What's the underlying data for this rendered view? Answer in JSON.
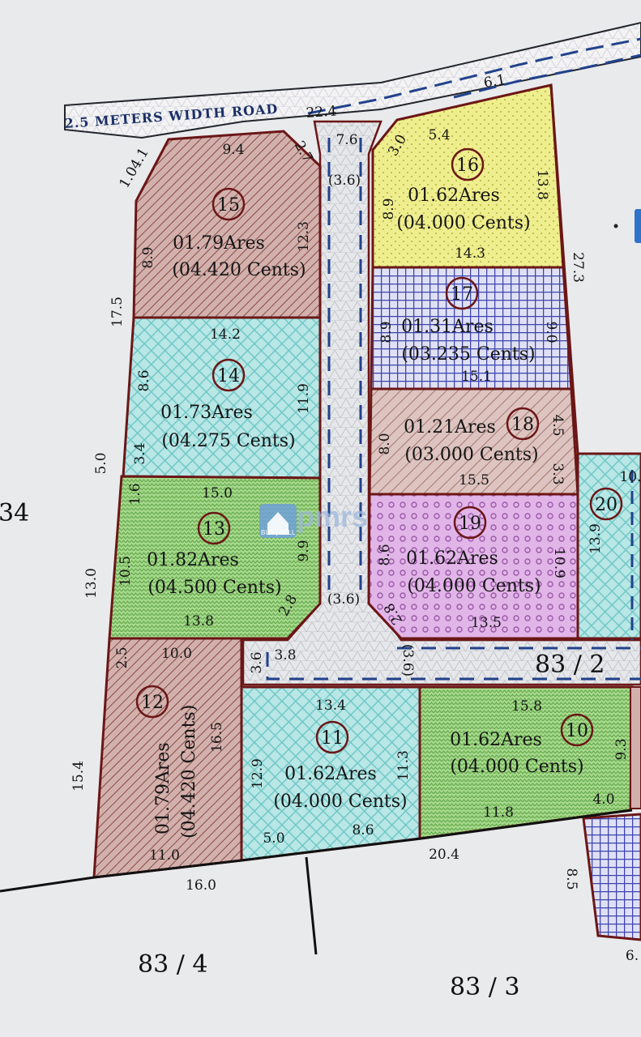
{
  "road": {
    "label": "2.5 METERS WIDTH ROAD",
    "length_a": "22.4",
    "length_b": "6.1"
  },
  "pathway": {
    "width_top": "7.6",
    "width_mid": "(3.6)",
    "width_bot": "(3.6)",
    "width_right": "(3.6)",
    "left_end": "3.6",
    "left_stub": "3.8"
  },
  "plots": [
    {
      "id": "15",
      "area": "01.79Ares",
      "cents": "(04.420 Cents)",
      "dims": {
        "top": "9.4",
        "corner_tl": "1.04.1",
        "corner_tr": "2.7",
        "left": "8.9",
        "right": "12.3"
      }
    },
    {
      "id": "14",
      "area": "01.73Ares",
      "cents": "(04.275 Cents)",
      "dims": {
        "top": "14.2",
        "left": "8.6",
        "right": "11.9",
        "bot_left": "3.4"
      }
    },
    {
      "id": "13",
      "area": "01.82Ares",
      "cents": "(04.500 Cents)",
      "dims": {
        "top": "15.0",
        "left_top": "1.6",
        "left": "10.5",
        "right": "9.9",
        "bottom": "13.8",
        "corner": "2.8"
      }
    },
    {
      "id": "12",
      "area": "01.79Ares",
      "cents": "(04.420 Cents)",
      "dims": {
        "top": "10.0",
        "left_top": "2.5",
        "right": "16.5",
        "bottom": "11.0"
      }
    },
    {
      "id": "11",
      "area": "01.62Ares",
      "cents": "(04.000 Cents)",
      "dims": {
        "top": "13.4",
        "left": "12.9",
        "right": "11.3",
        "bot_left": "5.0",
        "bot_right": "8.6"
      }
    },
    {
      "id": "10",
      "area": "01.62Ares",
      "cents": "(04.000 Cents)",
      "dims": {
        "top": "15.8",
        "right": "9.3",
        "bot_right": "4.0",
        "bottom": "11.8"
      }
    },
    {
      "id": "16",
      "area": "01.62Ares",
      "cents": "(04.000 Cents)",
      "dims": {
        "corner": "3.0",
        "top": "5.4",
        "left": "8.9",
        "right": "13.8",
        "bottom": "14.3"
      }
    },
    {
      "id": "17",
      "area": "01.31Ares",
      "cents": "(03.235 Cents)",
      "dims": {
        "left": "8.9",
        "right": "9.0",
        "bottom": "15.1"
      }
    },
    {
      "id": "18",
      "area": "01.21Ares",
      "cents": "(03.000 Cents)",
      "dims": {
        "left": "8.0",
        "right_top": "4.5",
        "right_bot": "3.3",
        "bottom": "15.5"
      }
    },
    {
      "id": "19",
      "area": "01.62Ares",
      "cents": "(04.000 Cents)",
      "dims": {
        "left": "8.6",
        "corner": "2.8",
        "right": "10.9",
        "bottom": "13.5"
      }
    },
    {
      "id": "20",
      "dims": {
        "left": "13.9",
        "top": "10."
      }
    }
  ],
  "outer": {
    "left_a": "17.5",
    "left_b": "5.0",
    "left_c": "13.0",
    "left_d": "15.4",
    "bottom_a": "16.0",
    "bottom_b": "20.4",
    "right_top": "27.3",
    "bottom_right": "8.5",
    "corner_br": "6."
  },
  "survey": {
    "left": "34",
    "right": "83 / 2",
    "bot_left": "83 / 4",
    "bot_right": "83 / 3"
  },
  "watermark": {
    "text": "pmrs",
    "tag": "BUY | SELL"
  },
  "colors": {
    "plot15": "#c9a3a0",
    "plot14": "#aee0e0",
    "plot13": "#9fd48a",
    "plot12": "#c9a3a0",
    "plot11": "#a9dede",
    "plot10": "#9fd48a",
    "plot16": "#ecec86",
    "plot17": "#4b53b8",
    "plot18": "#d8b9b4",
    "plot19": "#d9a8e0",
    "plot20": "#aee0e0",
    "boundary": "#7a1a1a",
    "pathway": "#e6e6ea"
  }
}
